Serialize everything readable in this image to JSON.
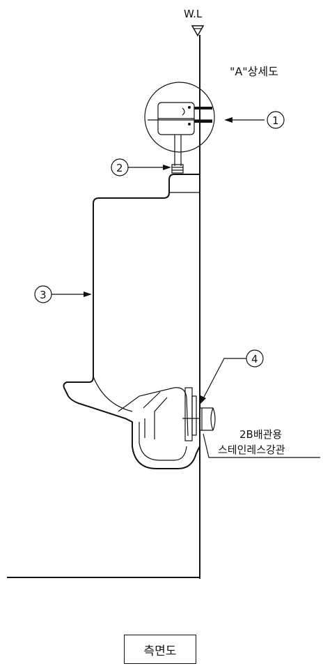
{
  "labels": {
    "water_level": "W.L",
    "detail_a": "\"A\"상세도",
    "pipe_line1": "2B배관용",
    "pipe_line2": "스테인레스강관",
    "caption": "측면도"
  },
  "callouts": [
    "1",
    "2",
    "3",
    "4"
  ]
}
